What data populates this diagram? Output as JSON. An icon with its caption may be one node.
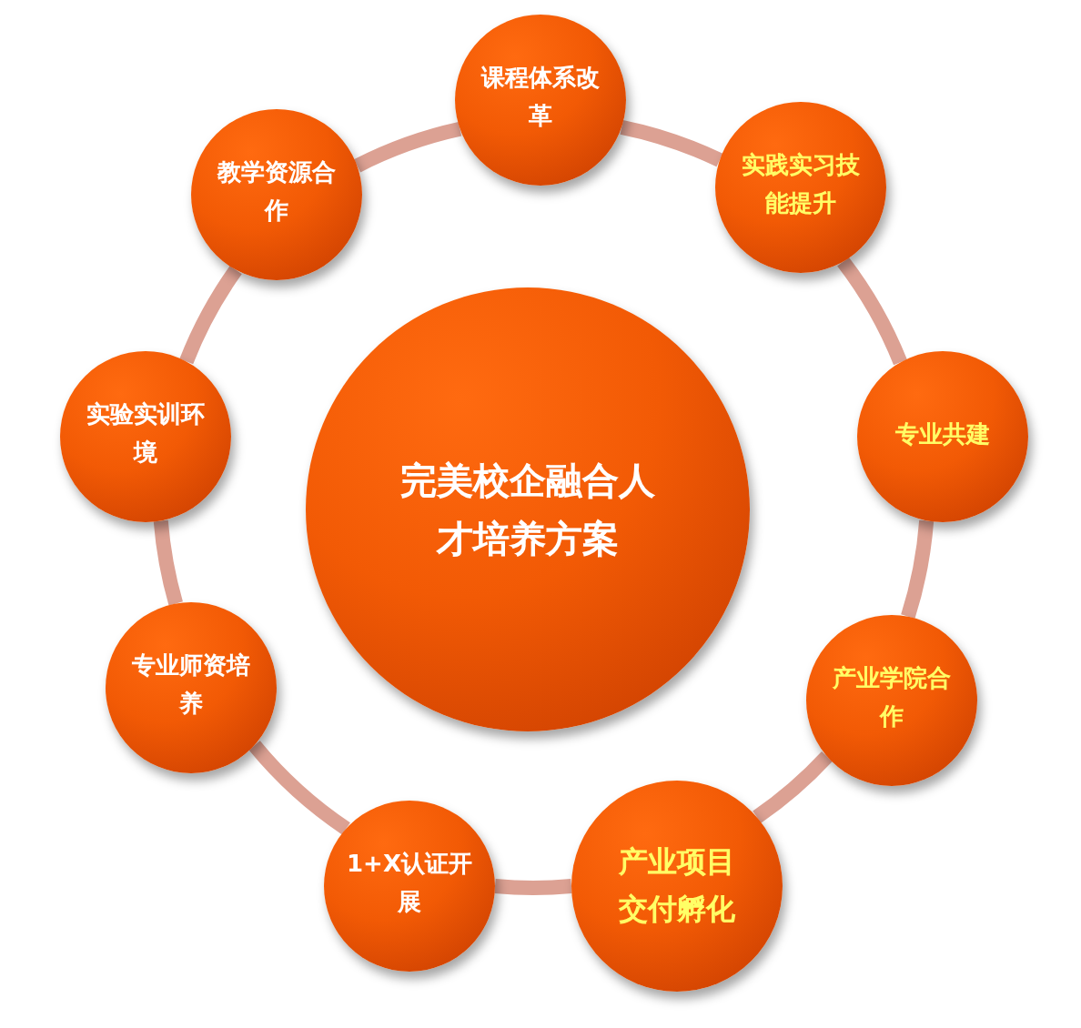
{
  "diagram": {
    "nodes": [
      {
        "text": [
          "完美校企融合人才培养方案"
        ]
      },
      {
        "text": [
          "课程体系改革"
        ]
      },
      {
        "text": [
          "实践实习技能提升"
        ]
      },
      {
        "text": [
          "专业共建"
        ]
      },
      {
        "text": [
          "产业学院合作"
        ]
      },
      {
        "text": [
          "产业项目交付孵化"
        ]
      },
      {
        "text": [
          "1+X认证开展"
        ]
      },
      {
        "text": [
          "专业师资培养"
        ]
      },
      {
        "text": [
          "实验实训环境"
        ]
      },
      {
        "text": [
          "教学资源合作"
        ]
      }
    ],
    "edges": [
      {
        "from": 1,
        "to": 2,
        "arrow": "none"
      },
      {
        "from": 2,
        "to": 3,
        "arrow": "none"
      },
      {
        "from": 3,
        "to": 4,
        "arrow": "none"
      },
      {
        "from": 4,
        "to": 5,
        "arrow": "none"
      },
      {
        "from": 5,
        "to": 6,
        "arrow": "none"
      },
      {
        "from": 6,
        "to": 7,
        "arrow": "none"
      },
      {
        "from": 7,
        "to": 8,
        "arrow": "none"
      },
      {
        "from": 8,
        "to": 9,
        "arrow": "none"
      },
      {
        "from": 9,
        "to": 1,
        "arrow": "none"
      }
    ]
  }
}
